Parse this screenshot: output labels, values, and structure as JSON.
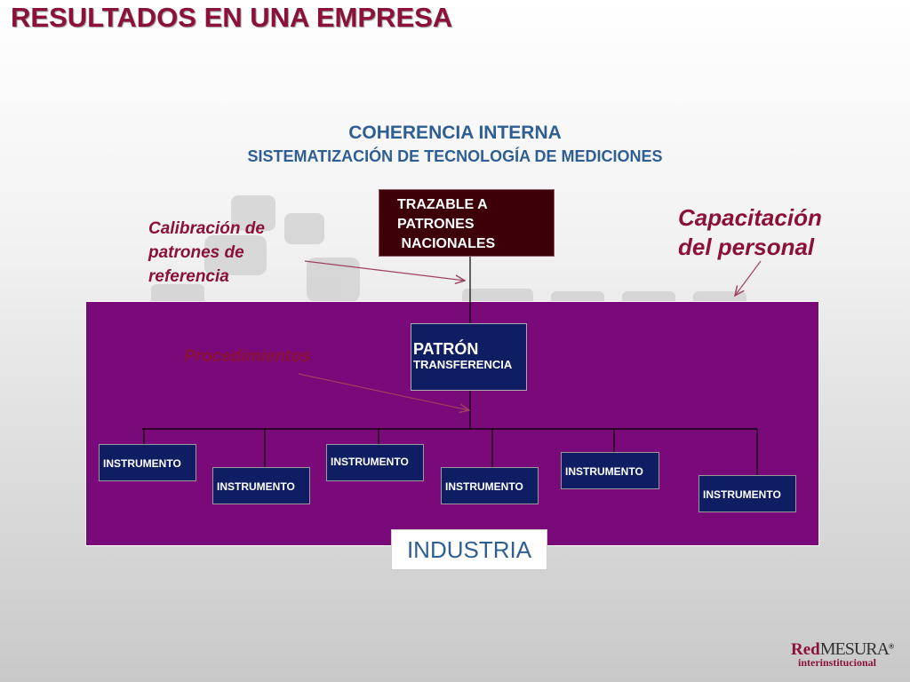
{
  "header": {
    "title": "RESULTADOS EN UNA EMPRESA"
  },
  "subtitle": {
    "line1": "COHERENCIA INTERNA",
    "line2": "SISTEMATIZACIÓN DE TECNOLOGÍA DE MEDICIONES"
  },
  "diagram": {
    "trazable": [
      "TRAZABLE A",
      "PATRONES",
      " NACIONALES"
    ],
    "patron": {
      "title": "PATRÓN",
      "subtitle": "TRANSFERENCIA"
    },
    "instruments": [
      "INSTRUMENTO",
      "INSTRUMENTO",
      "INSTRUMENTO",
      "INSTRUMENTO",
      "INSTRUMENTO",
      "INSTRUMENTO"
    ],
    "industry_label": "INDUSTRIA"
  },
  "annotations": {
    "calibracion": [
      "Calibración de",
      "patrones de",
      "referencia"
    ],
    "procedimientos": "Procedimientos",
    "capacitacion": [
      "Capacitación",
      "del personal"
    ]
  },
  "logo": {
    "red": "Red",
    "mesura": "MESURA",
    "registered": "®",
    "inter": "interinstitucional"
  },
  "colors": {
    "title": "#8b1138",
    "subtitle": "#2f5e93",
    "industry_bg": "#7a0a7a",
    "trazable_bg": "#3d0009",
    "box_bg": "#0f1e63"
  }
}
